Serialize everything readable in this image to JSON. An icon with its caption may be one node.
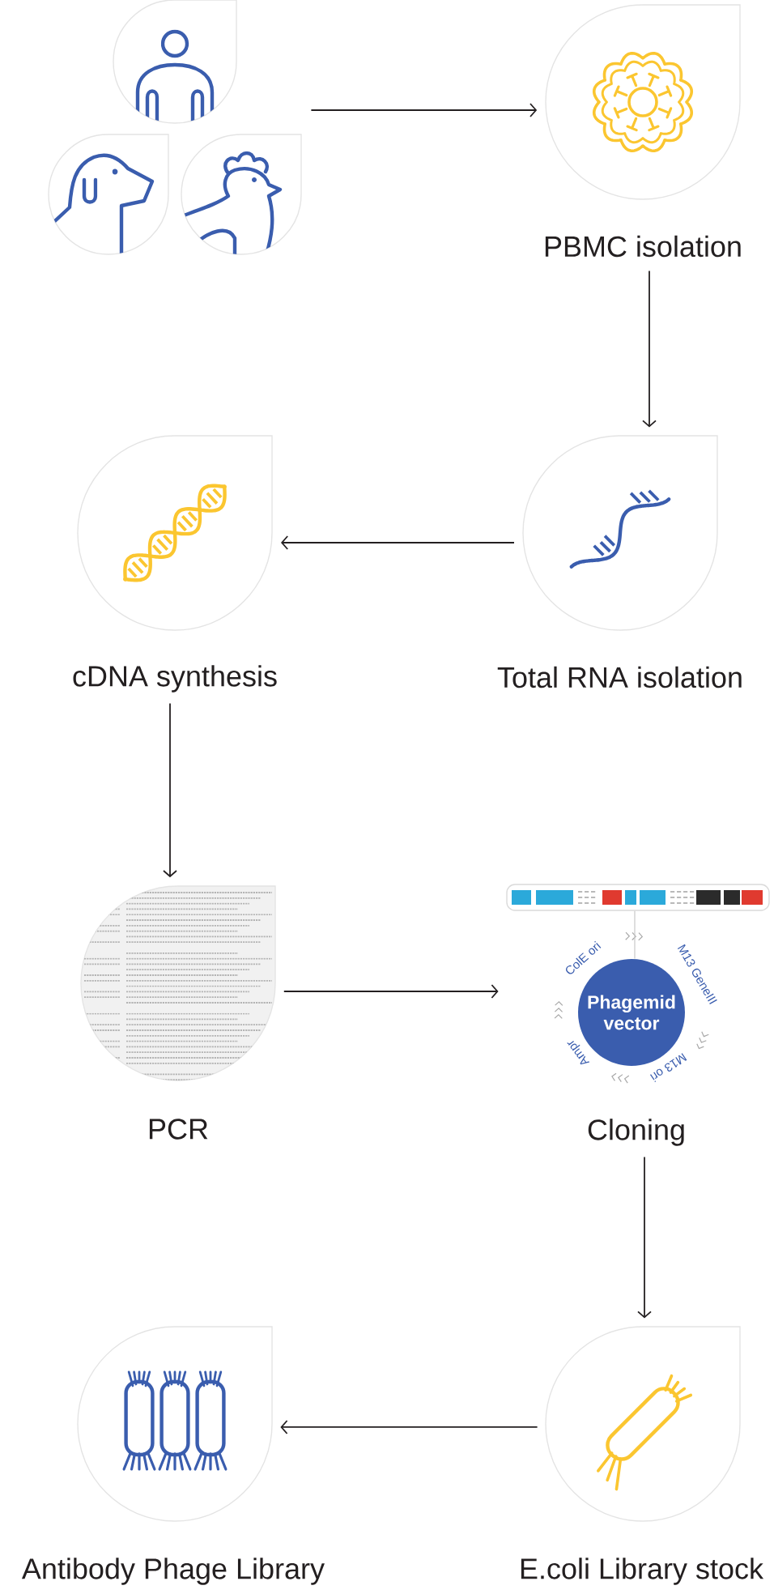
{
  "diagram": {
    "nodes": [
      {
        "text": [],
        "shape": "picture"
      },
      {
        "text": [
          "PBMC isolation"
        ]
      },
      {
        "text": [
          "Total RNA isolation"
        ]
      },
      {
        "text": [
          "cDNA synthesis"
        ]
      },
      {
        "text": [
          "PCR"
        ]
      },
      {
        "text": [
          "Cloning"
        ]
      },
      {
        "text": [],
        "shape": "bar",
        "in": 5
      },
      {
        "text": [
          "Phagemid vector"
        ],
        "in": 5
      },
      {
        "text": [
          "E.coli Library stock"
        ]
      },
      {
        "text": [
          "Antibody Phage Library"
        ]
      }
    ],
    "edges": [
      {
        "from": 0,
        "to": 1,
        "arrow": "to"
      },
      {
        "from": 1,
        "to": 2,
        "arrow": "to"
      },
      {
        "from": 2,
        "to": 3,
        "arrow": "to"
      },
      {
        "from": 3,
        "to": 4,
        "arrow": "to"
      },
      {
        "from": 4,
        "to": 5,
        "arrow": "to"
      },
      {
        "from": 6,
        "to": 7,
        "arrow": "none",
        "color": "#c8c8c8"
      },
      {
        "from": 5,
        "to": 8,
        "arrow": "to"
      },
      {
        "from": 8,
        "to": 9,
        "arrow": "to"
      }
    ],
    "labels": [
      "ColE ori",
      "M13 GeneIII",
      "Ampr",
      "M13 ori"
    ]
  }
}
